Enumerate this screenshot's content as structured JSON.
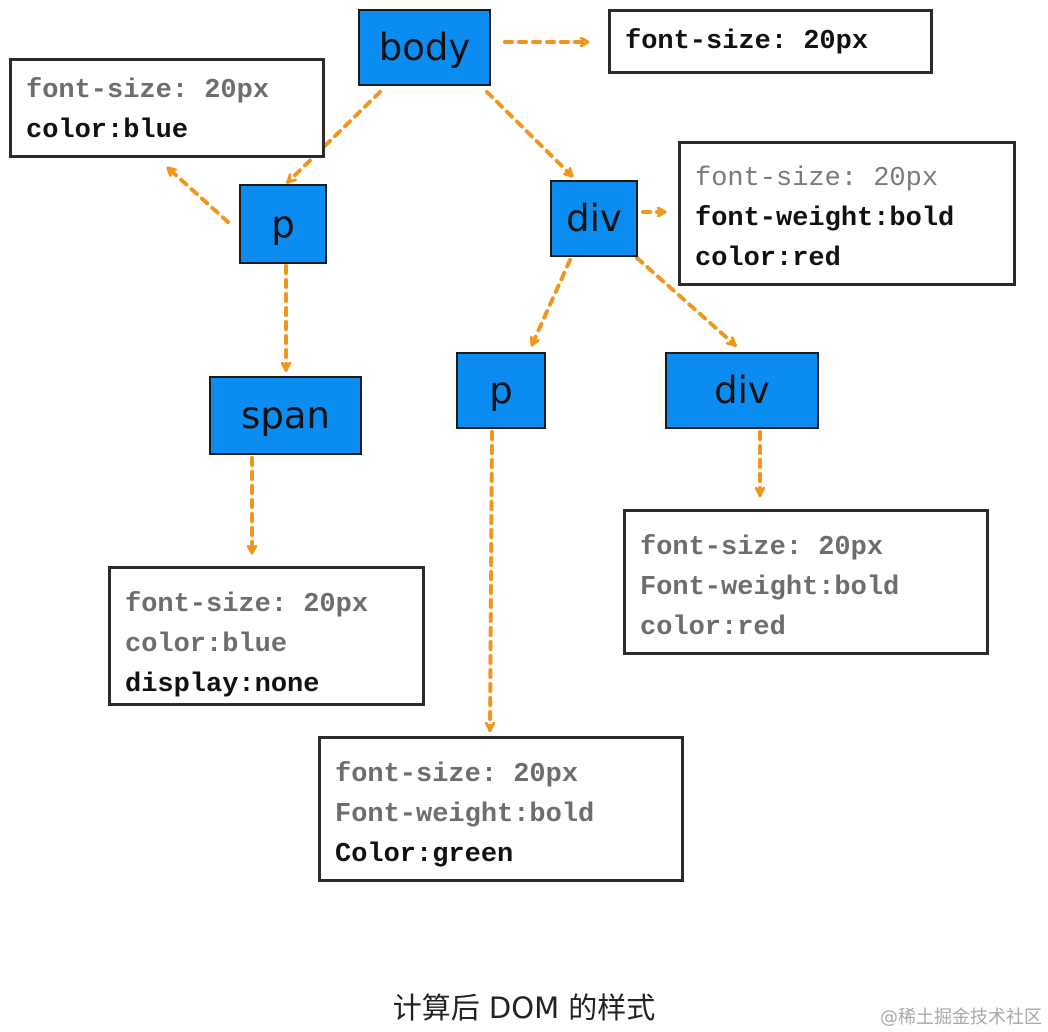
{
  "nodes": {
    "body": "body",
    "body_p": "p",
    "span": "span",
    "div": "div",
    "div_p": "p",
    "div_div": "div"
  },
  "styles": {
    "body": [
      "font-size: 20px"
    ],
    "body_p": [
      "font-size: 20px",
      "color:blue"
    ],
    "span": [
      "font-size: 20px",
      "color:blue",
      "display:none"
    ],
    "div": [
      "font-size: 20px",
      "font-weight:bold",
      "color:red"
    ],
    "div_p": [
      "font-size: 20px",
      "Font-weight:bold",
      "Color:green"
    ],
    "div_div": [
      "font-size: 20px",
      "Font-weight:bold",
      "color:red"
    ]
  },
  "caption": "计算后 DOM 的样式",
  "watermark": "@稀土掘金技术社区",
  "colors": {
    "node_fill": "#0a8cf0",
    "arrow": "#f0961e",
    "border": "#2b2b2b"
  }
}
